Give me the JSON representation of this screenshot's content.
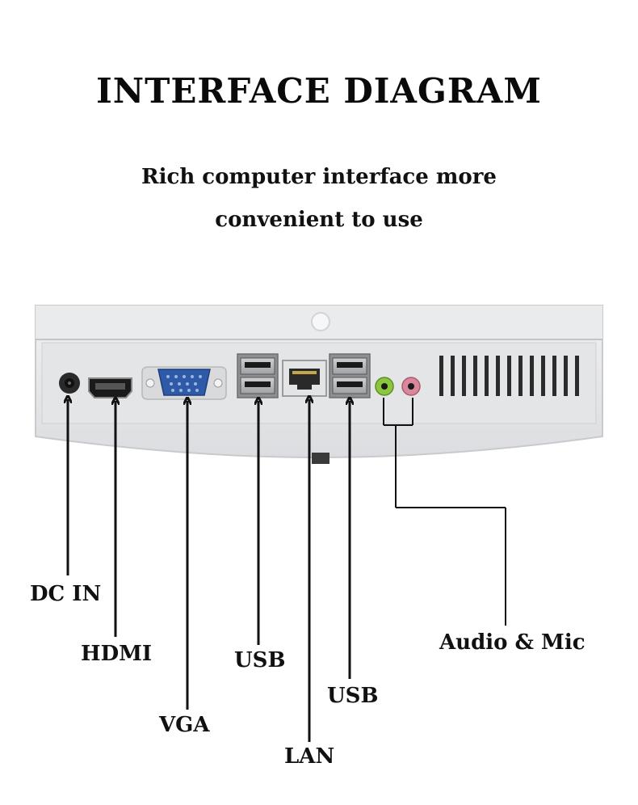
{
  "heading": {
    "title": "INTERFACE DIAGRAM",
    "subtitle_line1": "Rich computer interface more",
    "subtitle_line2": "convenient to use"
  },
  "ports": {
    "dc_in": "DC IN",
    "hdmi": "HDMI",
    "vga": "VGA",
    "usb_left": "USB",
    "lan": "LAN",
    "usb_right": "USB",
    "audio_mic": "Audio & Mic"
  },
  "colors": {
    "panel": "#e6e7e9",
    "panel_shadow": "#c9cacd",
    "vga_blue": "#2f5aa8",
    "audio_green": "#8cc63f",
    "mic_pink": "#d9889b",
    "arrow": "#111111"
  }
}
